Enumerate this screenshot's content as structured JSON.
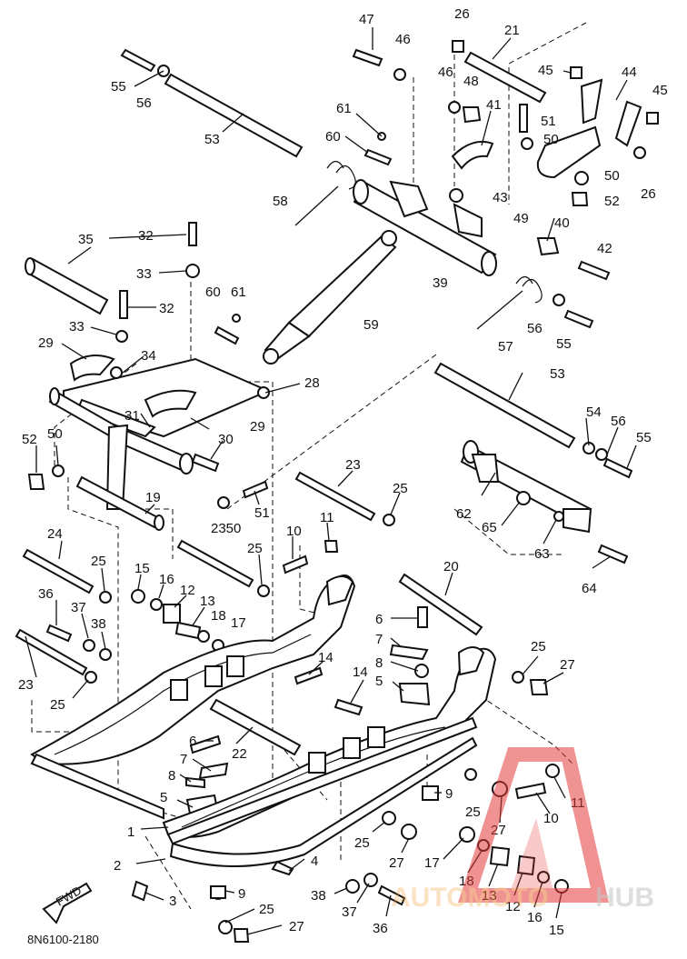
{
  "diagram": {
    "code": "8N6100-2180",
    "front_marker": "FWD",
    "watermark_a": "AUTOMOTO",
    "watermark_b": "HUB",
    "callouts": [
      "47",
      "26",
      "21",
      "46",
      "55",
      "56",
      "53",
      "46",
      "48",
      "45",
      "44",
      "45",
      "41",
      "61",
      "51",
      "50",
      "60",
      "43",
      "50",
      "26",
      "58",
      "52",
      "49",
      "40",
      "32",
      "42",
      "35",
      "60",
      "61",
      "39",
      "33",
      "32",
      "56",
      "55",
      "57",
      "33",
      "59",
      "29",
      "34",
      "28",
      "53",
      "31",
      "29",
      "54",
      "56",
      "55",
      "52",
      "50",
      "30",
      "51",
      "23",
      "25",
      "62",
      "65",
      "19",
      "2350",
      "63",
      "24",
      "10",
      "11",
      "64",
      "25",
      "25",
      "20",
      "15",
      "16",
      "12",
      "36",
      "37",
      "13",
      "18",
      "17",
      "6",
      "38",
      "7",
      "14",
      "23",
      "8",
      "25",
      "27",
      "25",
      "14",
      "5",
      "6",
      "22",
      "7",
      "8",
      "9",
      "25",
      "11",
      "10",
      "5",
      "27",
      "1",
      "25",
      "17",
      "2",
      "27",
      "4",
      "18",
      "13",
      "9",
      "3",
      "12",
      "16",
      "38",
      "37",
      "15",
      "25",
      "36",
      "27"
    ]
  }
}
